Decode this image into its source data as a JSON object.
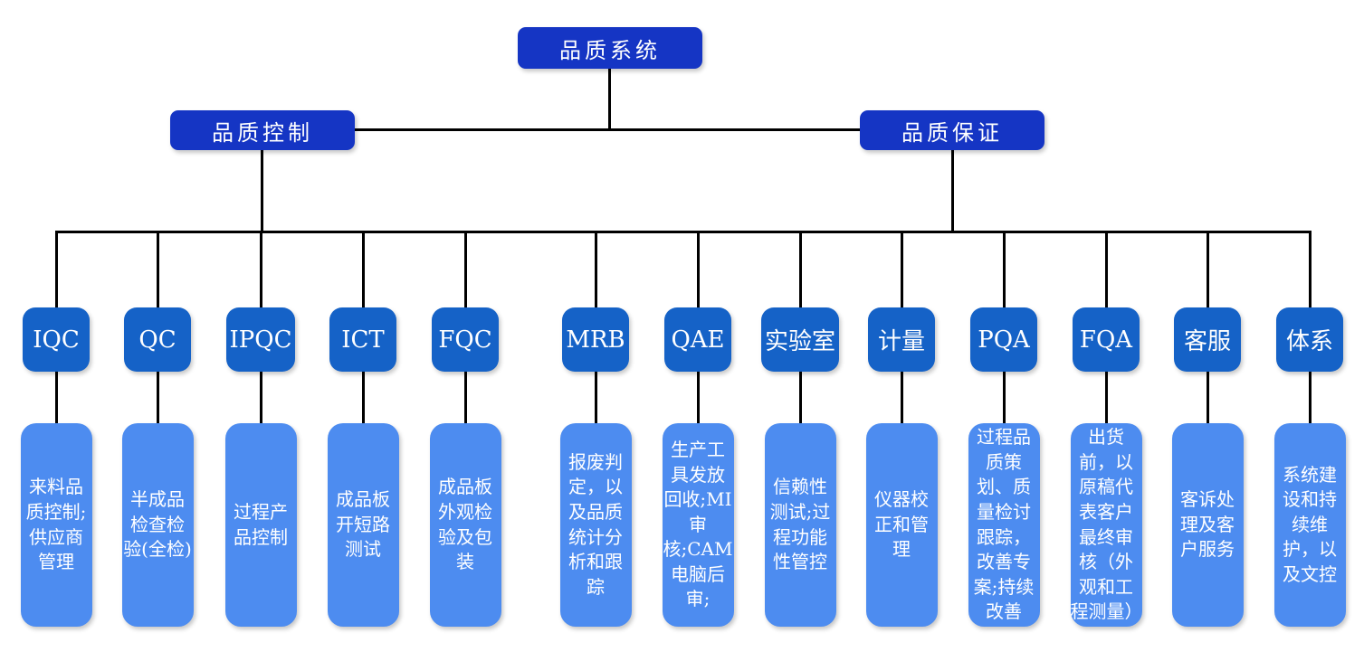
{
  "root": {
    "label": "品质系统"
  },
  "branches": [
    {
      "label": "品质控制"
    },
    {
      "label": "品质保证"
    }
  ],
  "departments": [
    {
      "label": "IQC",
      "desc": "来料品质控制;供应商管理"
    },
    {
      "label": "QC",
      "desc": "半成品检查检验(全检)"
    },
    {
      "label": "IPQC",
      "desc": "过程产品控制"
    },
    {
      "label": "ICT",
      "desc": "成品板开短路测试"
    },
    {
      "label": "FQC",
      "desc": "成品板外观检验及包装"
    },
    {
      "label": "MRB",
      "desc": "报废判定，以及品质统计分析和跟踪"
    },
    {
      "label": "QAE",
      "desc": "生产工具发放回收;MI审核;CAM电脑后审;"
    },
    {
      "label": "实验室",
      "desc": "信赖性测试;过程功能性管控"
    },
    {
      "label": "计量",
      "desc": "仪器校正和管理"
    },
    {
      "label": "PQA",
      "desc": "过程品质策划、质量检讨跟踪，改善专案;持续改善"
    },
    {
      "label": "FQA",
      "desc": "出货前，以原稿代表客户最终审核（外观和工程测量）"
    },
    {
      "label": "客服",
      "desc": "客诉处理及客户服务"
    },
    {
      "label": "体系",
      "desc": "系统建设和持续维护，以及文控"
    }
  ],
  "colors": {
    "root_box": "#1535c4",
    "branch_box": "#1535c4",
    "department_box": "#1562c7",
    "description_box": "#4d8cf0",
    "connector": "#000000",
    "text": "#ffffff",
    "background": "#ffffff"
  }
}
